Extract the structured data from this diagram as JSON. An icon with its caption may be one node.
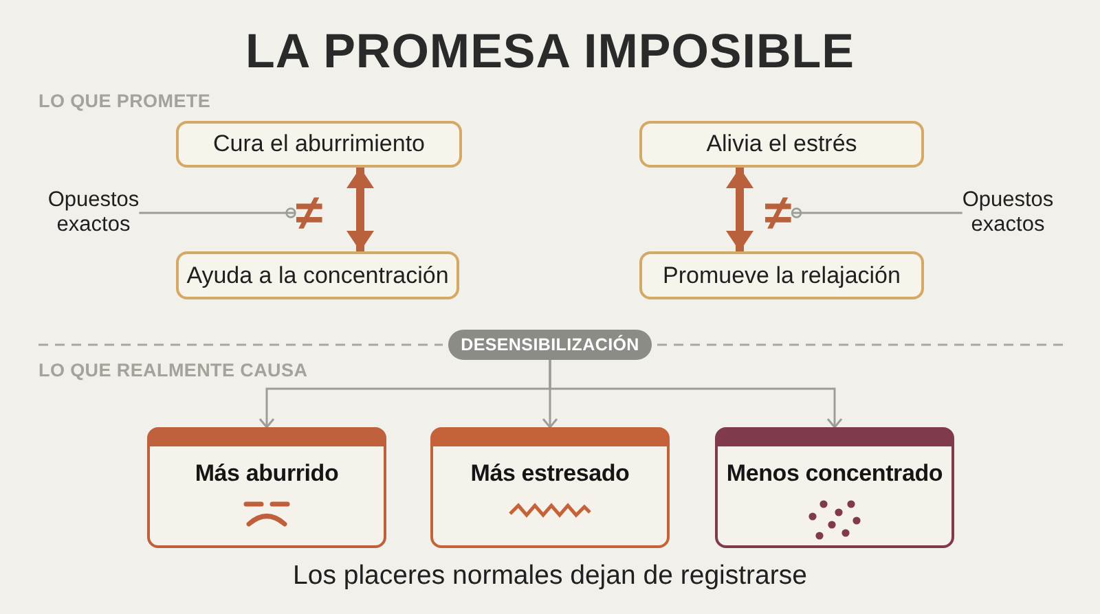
{
  "diagram": {
    "title": "LA PROMESA IMPOSIBLE",
    "caption": "Los placeres normales dejan de registrarse",
    "nodes": [
      {
        "text": [
          "Cura el aburrimiento"
        ]
      },
      {
        "text": [
          "Alivia el estrés"
        ]
      },
      {
        "text": [
          "Opuestos exactos"
        ]
      },
      {
        "text": [
          "≠"
        ]
      },
      {
        "text": [
          "≠"
        ]
      },
      {
        "text": [
          "Opuestos exactos"
        ]
      },
      {
        "text": [
          "Ayuda a la concentración"
        ]
      },
      {
        "text": [
          "Promueve la relajación"
        ]
      },
      {
        "text": [
          "DESENSIBILIZACIÓN"
        ]
      },
      {
        "text": [
          "Más aburrido"
        ]
      },
      {
        "text": [
          "Más estresado"
        ]
      },
      {
        "text": [
          "Menos concentrado"
        ]
      }
    ],
    "edges": [
      {
        "from": 0,
        "to": 6,
        "arrow": "both",
        "style": "thick",
        "color": "#b9603d"
      },
      {
        "from": 1,
        "to": 7,
        "arrow": "both",
        "style": "thick",
        "color": "#b9603d"
      },
      {
        "from": 2,
        "to": 3,
        "arrow": "other"
      },
      {
        "from": 5,
        "to": 4,
        "arrow": "other"
      },
      {
        "from": 8,
        "to": 9,
        "arrow": "to"
      },
      {
        "from": 8,
        "to": 10,
        "arrow": "to"
      },
      {
        "from": 8,
        "to": 11,
        "arrow": "to"
      }
    ],
    "labels": [
      "LO QUE PROMETE",
      "LO QUE REALMENTE CAUSA"
    ]
  }
}
